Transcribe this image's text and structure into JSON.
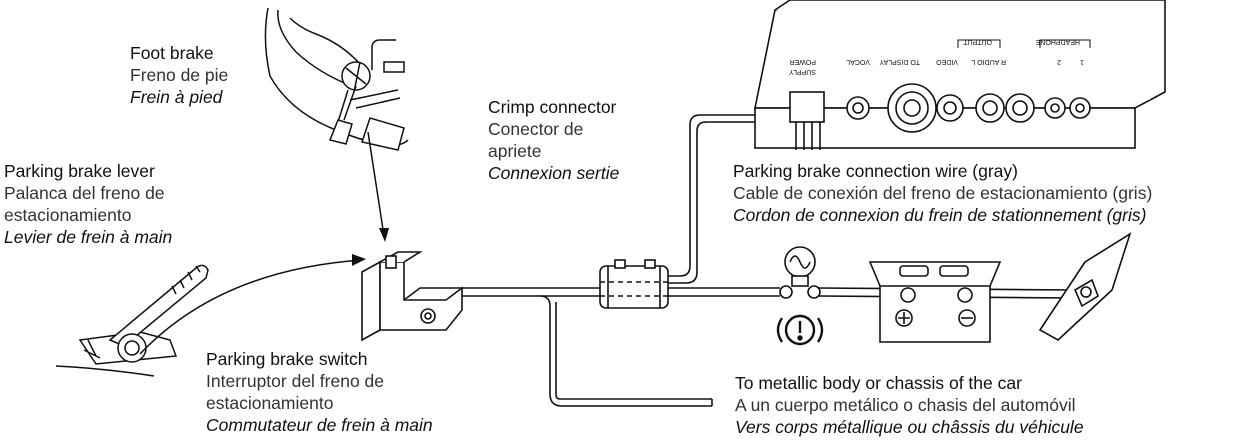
{
  "labels": {
    "foot_brake": {
      "en": "Foot brake",
      "es": "Freno de pie",
      "fr": "Frein à pied"
    },
    "parking_brake_lever": {
      "en": "Parking brake lever",
      "es_1": "Palanca del freno de",
      "es_2": "estacionamiento",
      "fr": "Levier de frein à main"
    },
    "crimp_connector": {
      "en": "Crimp connector",
      "es_1": "Conector de",
      "es_2": "apriete",
      "fr": "Connexion sertie"
    },
    "connection_wire": {
      "en": "Parking brake connection wire (gray)",
      "es": "Cable de conexión del freno de estacionamiento (gris)",
      "fr": "Cordon de connexion du frein de stationnement (gris)"
    },
    "parking_brake_switch": {
      "en": "Parking brake switch",
      "es_1": "Interruptor del freno de",
      "es_2": "estacionamiento",
      "fr": "Commutateur de frein à main"
    },
    "chassis": {
      "en": "To metallic body or chassis of the car",
      "es": "A un cuerpo metálico o chasis del automóvil",
      "fr": "Vers corps métallique ou châssis du véhicule"
    }
  },
  "unit_panel": {
    "power_supply_1": "POWER",
    "power_supply_2": "SUPPLY",
    "vocal": "VOCAL",
    "to_display": "TO DISPLAY",
    "video": "VIDEO",
    "r_audio_l": "R AUDIO L",
    "output": "OUTPUT",
    "headphone": "HEADPHONE",
    "hp_2": "2",
    "hp_1": "1"
  },
  "icons": {
    "brake_warning": "brake-warning-icon",
    "battery": "battery-icon",
    "bulb": "bulb-icon",
    "ground": "ground-bolt-icon"
  }
}
